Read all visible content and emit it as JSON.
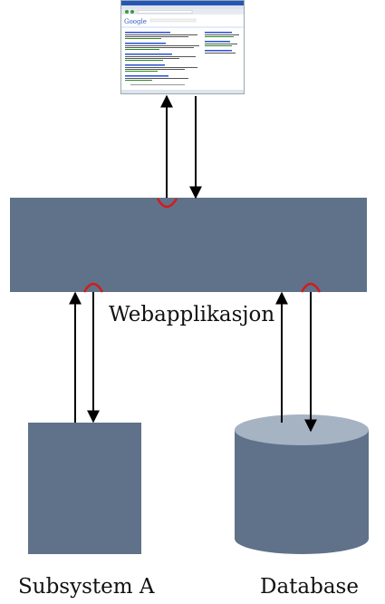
{
  "diagram": {
    "webapp_label": "Webapplikasjon",
    "subsystem_label": "Subsystem A",
    "database_label": "Database",
    "colors": {
      "box": "#5f7289",
      "db_top": "#a6b3c3",
      "arrow": "#000000",
      "connector": "#d61a1a"
    }
  },
  "browser_screenshot": {
    "logo_text": "Google"
  }
}
